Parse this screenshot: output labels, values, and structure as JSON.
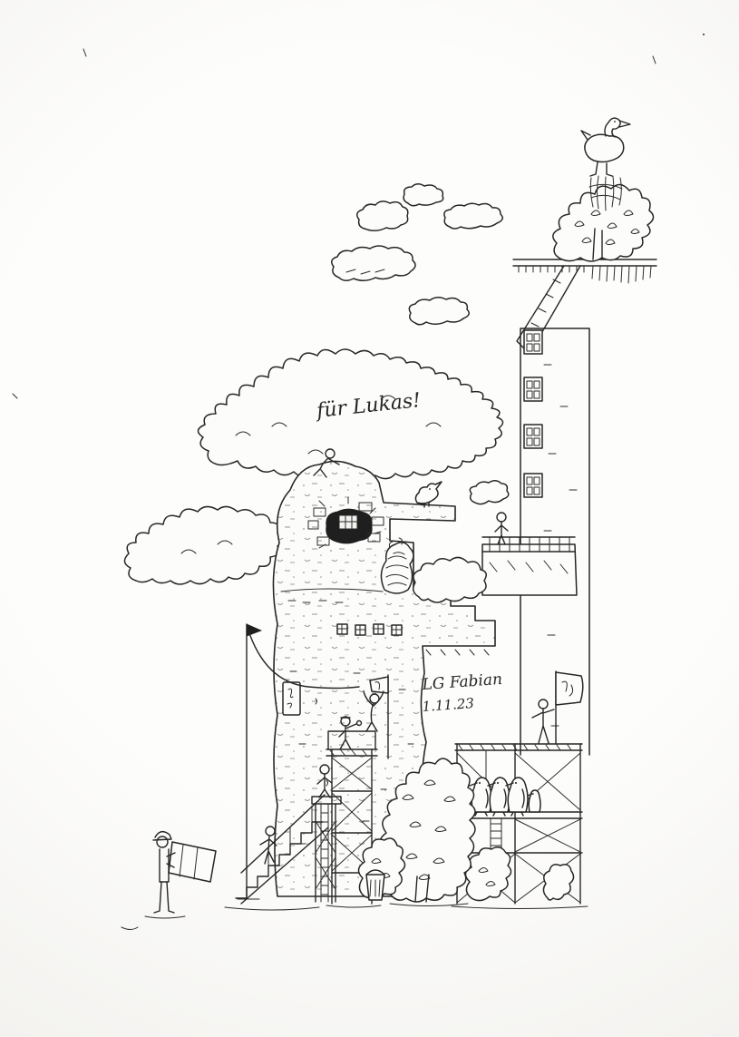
{
  "artwork": {
    "dedication": "für Lukas!",
    "signature": "LG Fabian",
    "date": "1.11.23"
  },
  "colors": {
    "ink": "#262626",
    "paper": "#fcfcfa"
  }
}
